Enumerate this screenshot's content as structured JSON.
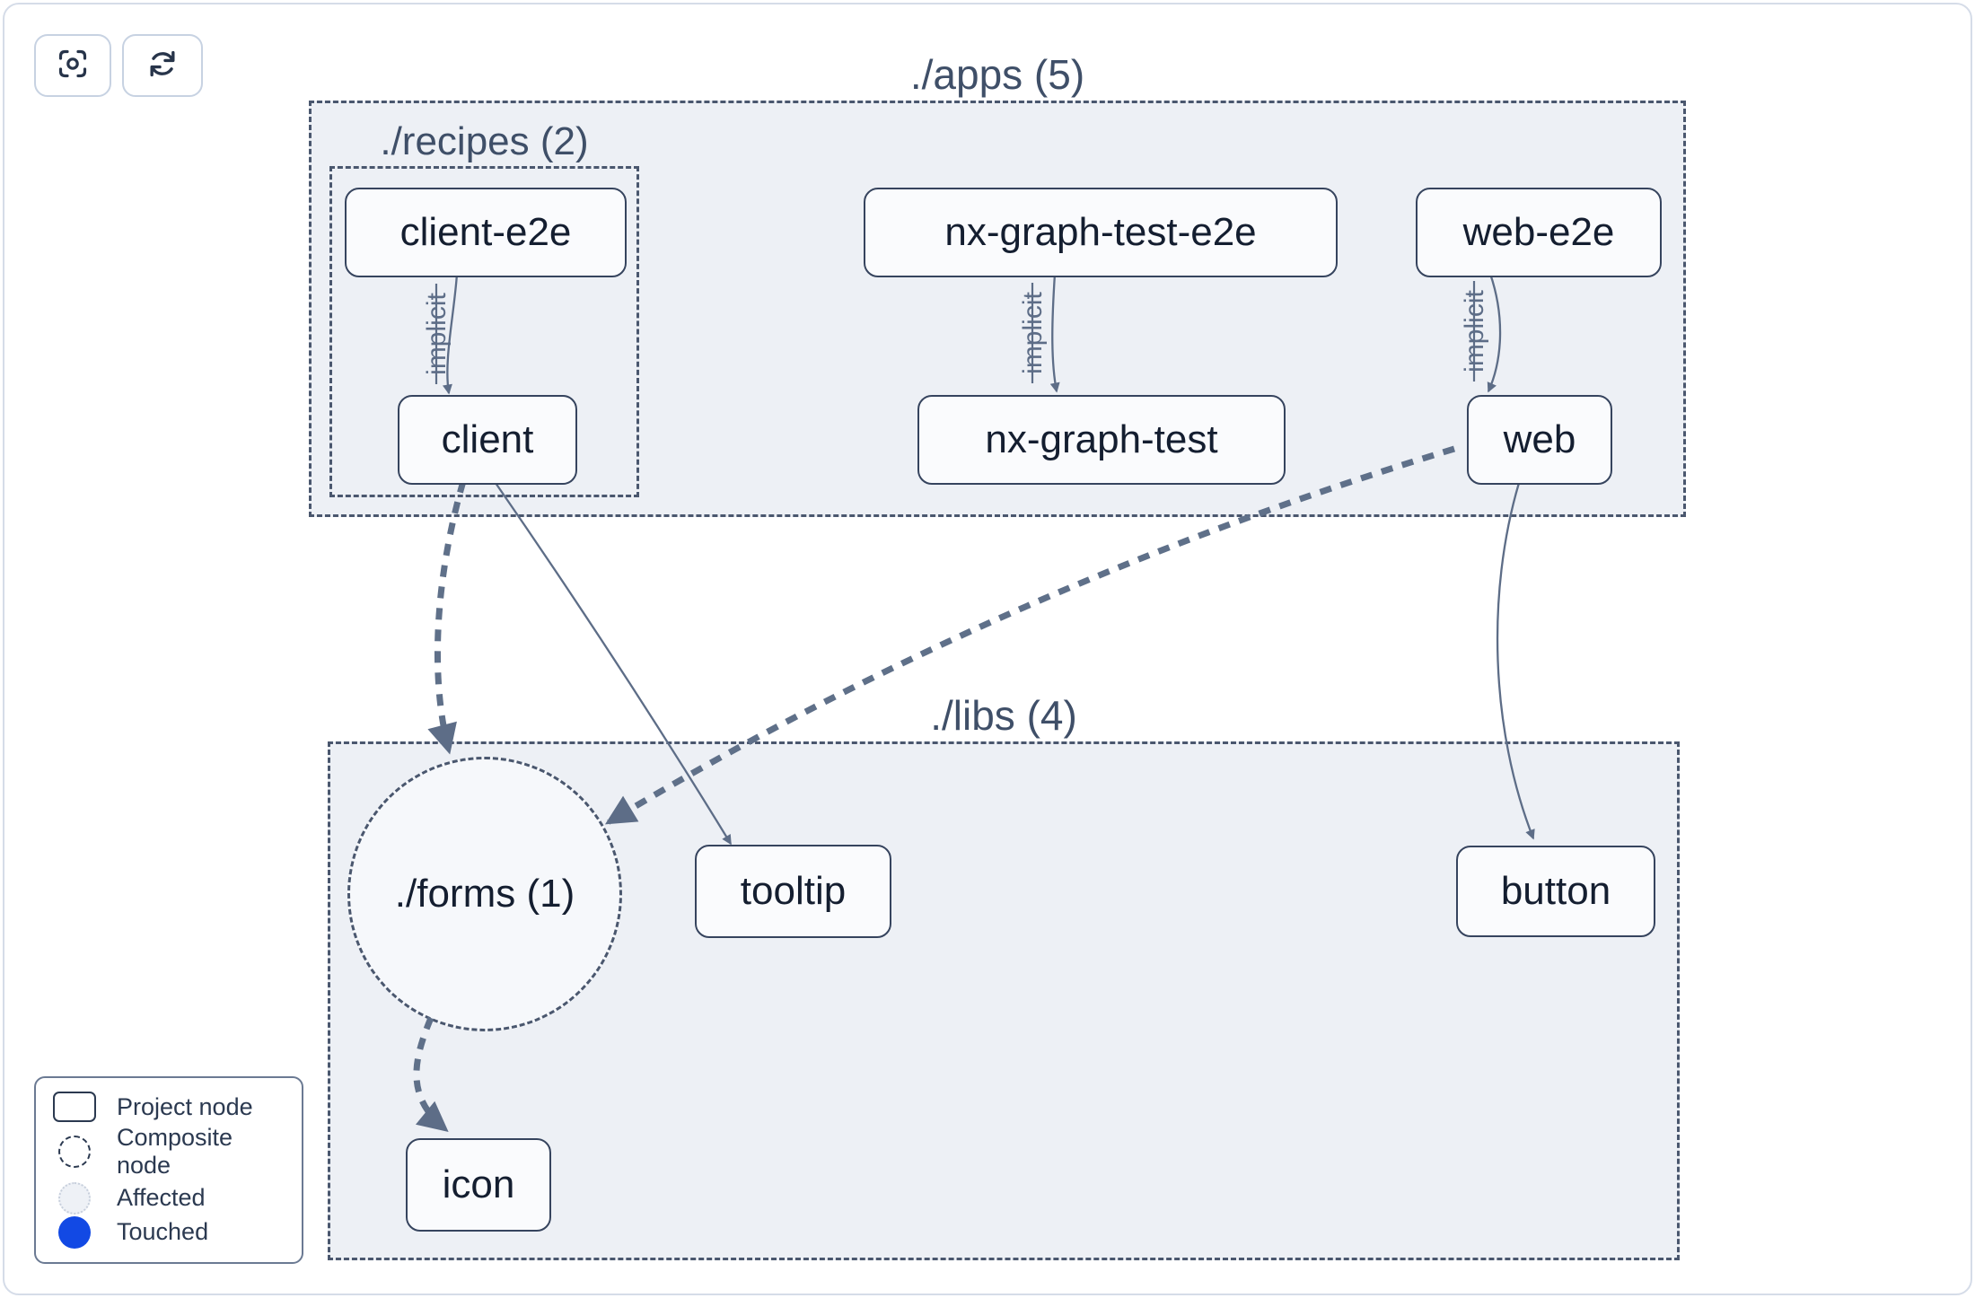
{
  "toolbar": {
    "buttons": [
      {
        "name": "center-graph",
        "icon": "focus-icon"
      },
      {
        "name": "refresh-graph",
        "icon": "refresh-icon"
      }
    ]
  },
  "graph": {
    "groups": {
      "apps": {
        "label": "./apps (5)"
      },
      "recipes": {
        "label": "./recipes (2)"
      },
      "libs": {
        "label": "./libs (4)"
      }
    },
    "composite_nodes": {
      "forms": {
        "label": "./forms (1)"
      }
    },
    "project_nodes": {
      "client_e2e": {
        "label": "client-e2e"
      },
      "client": {
        "label": "client"
      },
      "nx_graph_test_e2e": {
        "label": "nx-graph-test-e2e"
      },
      "nx_graph_test": {
        "label": "nx-graph-test"
      },
      "web_e2e": {
        "label": "web-e2e"
      },
      "web": {
        "label": "web"
      },
      "tooltip": {
        "label": "tooltip"
      },
      "button": {
        "label": "button"
      },
      "icon": {
        "label": "icon"
      }
    },
    "edge_labels": {
      "implicit": "implicit"
    },
    "edges": [
      {
        "from": "client-e2e",
        "to": "client",
        "type": "implicit"
      },
      {
        "from": "nx-graph-test-e2e",
        "to": "nx-graph-test",
        "type": "implicit"
      },
      {
        "from": "web-e2e",
        "to": "web",
        "type": "implicit"
      },
      {
        "from": "client",
        "to": "./forms (1)",
        "type": "collapsed-dashed"
      },
      {
        "from": "client",
        "to": "tooltip",
        "type": "static"
      },
      {
        "from": "web",
        "to": "./forms (1)",
        "type": "collapsed-dashed"
      },
      {
        "from": "web",
        "to": "button",
        "type": "static"
      },
      {
        "from": "./forms (1)",
        "to": "icon",
        "type": "collapsed-dashed"
      }
    ]
  },
  "legend": {
    "items": [
      {
        "label": "Project node",
        "swatch": "project-node-swatch"
      },
      {
        "label": "Composite node",
        "swatch": "composite-node-swatch"
      },
      {
        "label": "Affected",
        "swatch": "affected-swatch"
      },
      {
        "label": "Touched",
        "swatch": "touched-swatch"
      }
    ]
  },
  "colors": {
    "group_fill": "#edf0f5",
    "node_fill": "#fafbfd",
    "node_border": "#36445e",
    "dashed_border": "#4a576e",
    "edge": "#5d6d87",
    "touched_blue": "#1249e4"
  }
}
